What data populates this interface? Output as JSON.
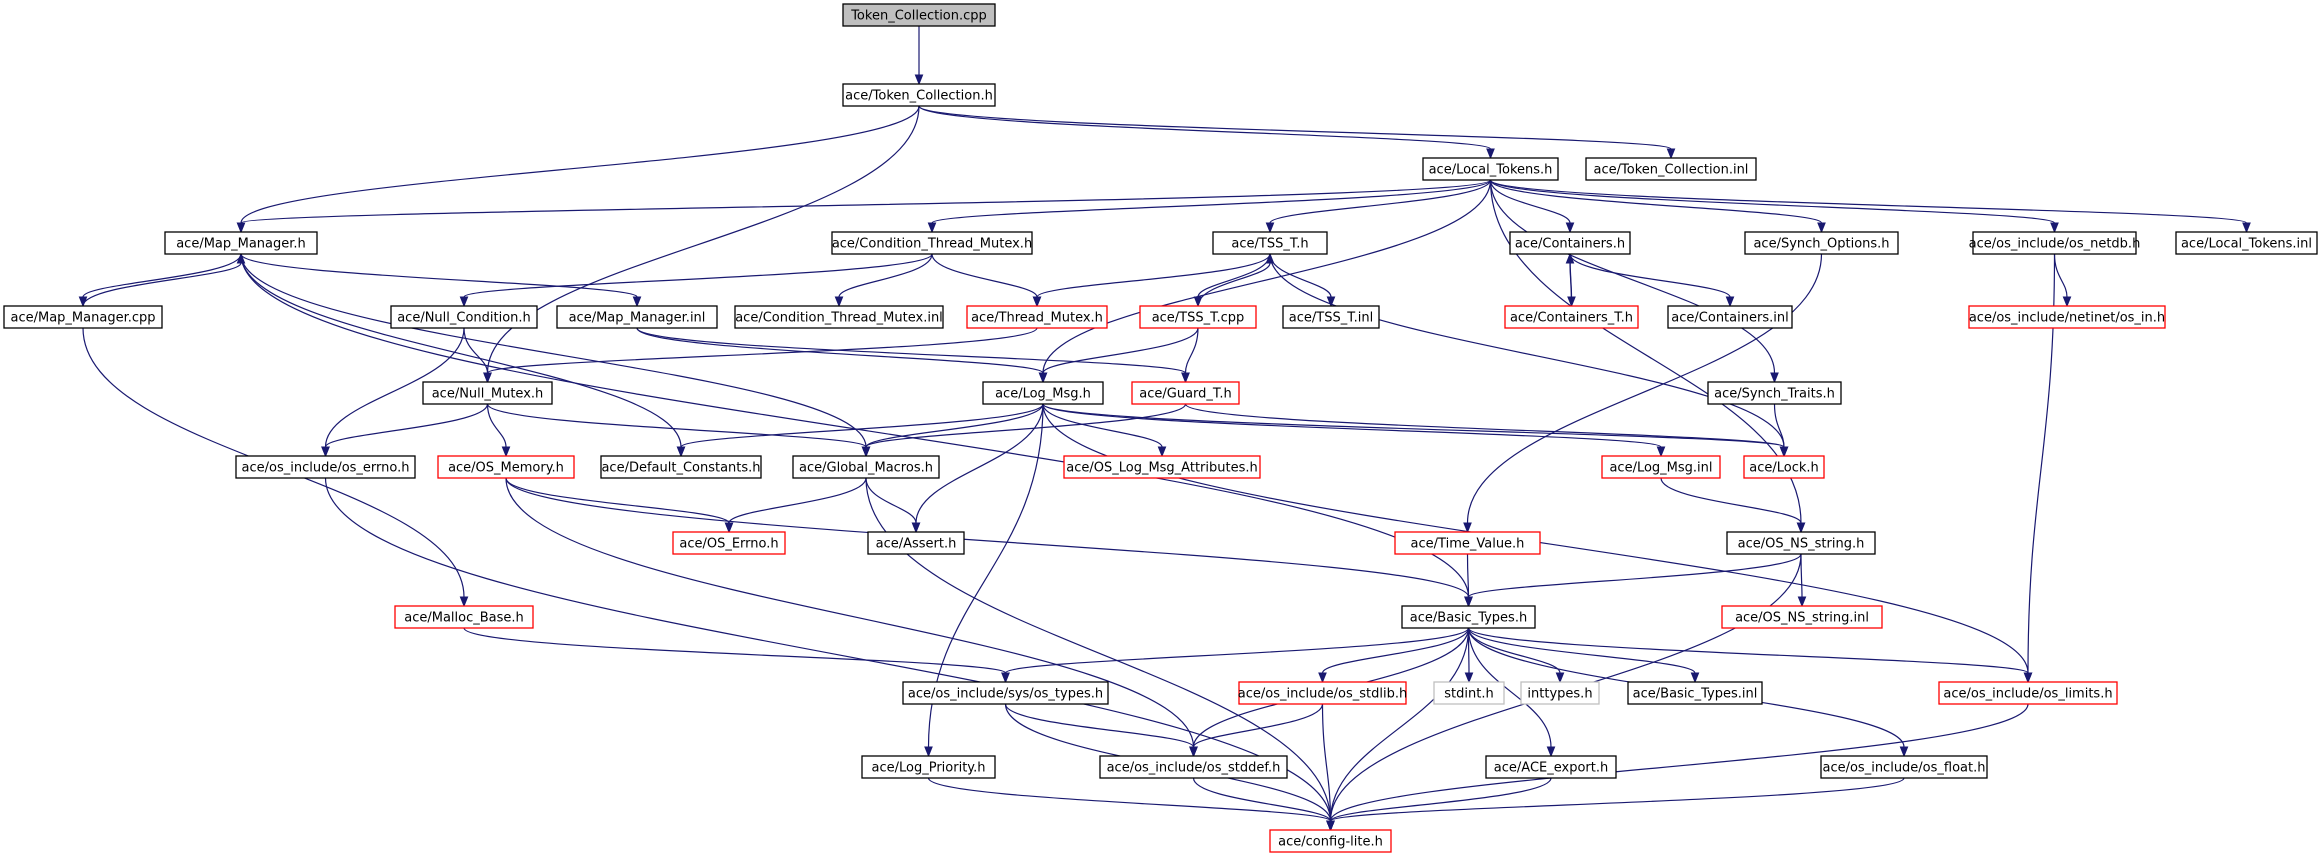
{
  "diagram": {
    "title": "Token_Collection.cpp",
    "colors": {
      "edge": "#191970",
      "root_fill": "#bfbfbf",
      "documented_border": "#000000",
      "undocumented_border": "#ff0000",
      "external_border": "#bfbfbf"
    },
    "nodes": [
      {
        "id": "n0",
        "label": "Token_Collection.cpp",
        "style": "root"
      },
      {
        "id": "n1",
        "label": "ace/Token_Collection.h",
        "style": "black"
      },
      {
        "id": "n2",
        "label": "ace/Local_Tokens.h",
        "style": "black"
      },
      {
        "id": "n3",
        "label": "ace/Token_Collection.inl",
        "style": "black"
      },
      {
        "id": "n4",
        "label": "ace/Map_Manager.h",
        "style": "black"
      },
      {
        "id": "n5",
        "label": "ace/Condition_Thread_Mutex.h",
        "style": "black"
      },
      {
        "id": "n6",
        "label": "ace/TSS_T.h",
        "style": "black"
      },
      {
        "id": "n7",
        "label": "ace/Containers.h",
        "style": "black"
      },
      {
        "id": "n8",
        "label": "ace/Synch_Options.h",
        "style": "black"
      },
      {
        "id": "n9",
        "label": "ace/os_include/os_netdb.h",
        "style": "black"
      },
      {
        "id": "n10",
        "label": "ace/Local_Tokens.inl",
        "style": "black"
      },
      {
        "id": "n11",
        "label": "ace/Map_Manager.cpp",
        "style": "black"
      },
      {
        "id": "n12",
        "label": "ace/Null_Condition.h",
        "style": "black"
      },
      {
        "id": "n13",
        "label": "ace/Map_Manager.inl",
        "style": "black"
      },
      {
        "id": "n14",
        "label": "ace/Condition_Thread_Mutex.inl",
        "style": "black"
      },
      {
        "id": "n15",
        "label": "ace/Thread_Mutex.h",
        "style": "red"
      },
      {
        "id": "n16",
        "label": "ace/TSS_T.cpp",
        "style": "red"
      },
      {
        "id": "n17",
        "label": "ace/TSS_T.inl",
        "style": "black"
      },
      {
        "id": "n18",
        "label": "ace/Containers_T.h",
        "style": "red"
      },
      {
        "id": "n19",
        "label": "ace/Containers.inl",
        "style": "black"
      },
      {
        "id": "n20",
        "label": "ace/os_include/netinet/os_in.h",
        "style": "red"
      },
      {
        "id": "n21",
        "label": "ace/Null_Mutex.h",
        "style": "black"
      },
      {
        "id": "n22",
        "label": "ace/Log_Msg.h",
        "style": "black"
      },
      {
        "id": "n23",
        "label": "ace/Guard_T.h",
        "style": "red"
      },
      {
        "id": "n24",
        "label": "ace/Synch_Traits.h",
        "style": "black"
      },
      {
        "id": "n25",
        "label": "ace/os_include/os_errno.h",
        "style": "black"
      },
      {
        "id": "n26",
        "label": "ace/OS_Memory.h",
        "style": "red"
      },
      {
        "id": "n27",
        "label": "ace/Default_Constants.h",
        "style": "black"
      },
      {
        "id": "n28",
        "label": "ace/Global_Macros.h",
        "style": "black"
      },
      {
        "id": "n29",
        "label": "ace/OS_Log_Msg_Attributes.h",
        "style": "red"
      },
      {
        "id": "n30",
        "label": "ace/Log_Msg.inl",
        "style": "red"
      },
      {
        "id": "n31",
        "label": "ace/Lock.h",
        "style": "red"
      },
      {
        "id": "n32",
        "label": "ace/OS_Errno.h",
        "style": "red"
      },
      {
        "id": "n33",
        "label": "ace/Assert.h",
        "style": "black"
      },
      {
        "id": "n34",
        "label": "ace/Time_Value.h",
        "style": "red"
      },
      {
        "id": "n35",
        "label": "ace/OS_NS_string.h",
        "style": "black"
      },
      {
        "id": "n36",
        "label": "ace/Malloc_Base.h",
        "style": "red"
      },
      {
        "id": "n37",
        "label": "ace/Basic_Types.h",
        "style": "black"
      },
      {
        "id": "n38",
        "label": "ace/OS_NS_string.inl",
        "style": "red"
      },
      {
        "id": "n39",
        "label": "ace/os_include/sys/os_types.h",
        "style": "black"
      },
      {
        "id": "n40",
        "label": "ace/os_include/os_stdlib.h",
        "style": "red"
      },
      {
        "id": "n41",
        "label": "stdint.h",
        "style": "gray"
      },
      {
        "id": "n42",
        "label": "inttypes.h",
        "style": "gray"
      },
      {
        "id": "n43",
        "label": "ace/Basic_Types.inl",
        "style": "black"
      },
      {
        "id": "n44",
        "label": "ace/os_include/os_limits.h",
        "style": "red"
      },
      {
        "id": "n45",
        "label": "ace/Log_Priority.h",
        "style": "black"
      },
      {
        "id": "n46",
        "label": "ace/os_include/os_stddef.h",
        "style": "black"
      },
      {
        "id": "n47",
        "label": "ace/ACE_export.h",
        "style": "black"
      },
      {
        "id": "n48",
        "label": "ace/os_include/os_float.h",
        "style": "black"
      },
      {
        "id": "n49",
        "label": "ace/config-lite.h",
        "style": "red"
      }
    ],
    "edges": [
      [
        "n0",
        "n1"
      ],
      [
        "n1",
        "n2"
      ],
      [
        "n1",
        "n3"
      ],
      [
        "n1",
        "n4"
      ],
      [
        "n1",
        "n21"
      ],
      [
        "n2",
        "n4"
      ],
      [
        "n2",
        "n5"
      ],
      [
        "n2",
        "n6"
      ],
      [
        "n2",
        "n7"
      ],
      [
        "n2",
        "n8"
      ],
      [
        "n2",
        "n9"
      ],
      [
        "n2",
        "n10"
      ],
      [
        "n2",
        "n22"
      ],
      [
        "n2",
        "n24"
      ],
      [
        "n2",
        "n35"
      ],
      [
        "n4",
        "n11"
      ],
      [
        "n11",
        "n4"
      ],
      [
        "n4",
        "n13"
      ],
      [
        "n4",
        "n27"
      ],
      [
        "n4",
        "n28"
      ],
      [
        "n4",
        "n37"
      ],
      [
        "n11",
        "n36"
      ],
      [
        "n5",
        "n12"
      ],
      [
        "n5",
        "n14"
      ],
      [
        "n5",
        "n15"
      ],
      [
        "n6",
        "n15"
      ],
      [
        "n6",
        "n16"
      ],
      [
        "n16",
        "n6"
      ],
      [
        "n6",
        "n17"
      ],
      [
        "n6",
        "n31"
      ],
      [
        "n16",
        "n22"
      ],
      [
        "n16",
        "n23"
      ],
      [
        "n7",
        "n18"
      ],
      [
        "n18",
        "n7"
      ],
      [
        "n7",
        "n19"
      ],
      [
        "n8",
        "n34"
      ],
      [
        "n9",
        "n20"
      ],
      [
        "n9",
        "n44"
      ],
      [
        "n12",
        "n21"
      ],
      [
        "n12",
        "n25"
      ],
      [
        "n13",
        "n22"
      ],
      [
        "n13",
        "n23"
      ],
      [
        "n15",
        "n21"
      ],
      [
        "n21",
        "n25"
      ],
      [
        "n21",
        "n26"
      ],
      [
        "n21",
        "n28"
      ],
      [
        "n22",
        "n27"
      ],
      [
        "n22",
        "n28"
      ],
      [
        "n22",
        "n29"
      ],
      [
        "n22",
        "n30"
      ],
      [
        "n22",
        "n31"
      ],
      [
        "n22",
        "n33"
      ],
      [
        "n22",
        "n45"
      ],
      [
        "n22",
        "n44"
      ],
      [
        "n23",
        "n28"
      ],
      [
        "n23",
        "n31"
      ],
      [
        "n24",
        "n31"
      ],
      [
        "n25",
        "n49"
      ],
      [
        "n26",
        "n32"
      ],
      [
        "n26",
        "n37"
      ],
      [
        "n26",
        "n46"
      ],
      [
        "n28",
        "n32"
      ],
      [
        "n28",
        "n33"
      ],
      [
        "n28",
        "n49"
      ],
      [
        "n30",
        "n35"
      ],
      [
        "n34",
        "n37"
      ],
      [
        "n35",
        "n37"
      ],
      [
        "n35",
        "n38"
      ],
      [
        "n35",
        "n49"
      ],
      [
        "n36",
        "n39"
      ],
      [
        "n37",
        "n39"
      ],
      [
        "n37",
        "n40"
      ],
      [
        "n37",
        "n41"
      ],
      [
        "n37",
        "n42"
      ],
      [
        "n37",
        "n43"
      ],
      [
        "n37",
        "n44"
      ],
      [
        "n37",
        "n46"
      ],
      [
        "n37",
        "n47"
      ],
      [
        "n37",
        "n48"
      ],
      [
        "n37",
        "n49"
      ],
      [
        "n39",
        "n46"
      ],
      [
        "n39",
        "n49"
      ],
      [
        "n40",
        "n46"
      ],
      [
        "n40",
        "n49"
      ],
      [
        "n44",
        "n49"
      ],
      [
        "n45",
        "n49"
      ],
      [
        "n46",
        "n49"
      ],
      [
        "n47",
        "n49"
      ],
      [
        "n48",
        "n49"
      ]
    ]
  }
}
